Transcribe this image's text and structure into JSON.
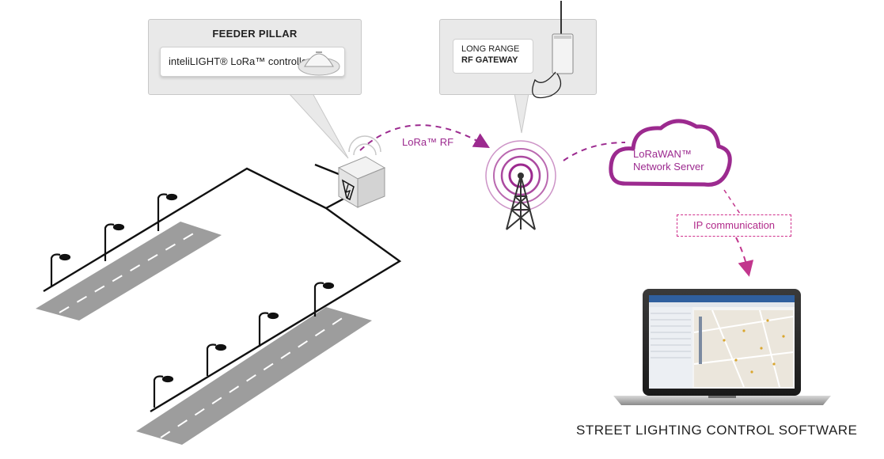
{
  "feeder_pillar": {
    "title": "FEEDER PILLAR",
    "controller_label": "inteliLIGHT® LoRa™ controller"
  },
  "gateway": {
    "line1": "LONG RANGE",
    "line2": "RF GATEWAY"
  },
  "lora_rf_label": "LoRa™ RF",
  "network_server": {
    "line1": "LoRaWAN™",
    "line2": "Network Server"
  },
  "ip_label": "IP communication",
  "software_label": "STREET LIGHTING CONTROL SOFTWARE",
  "colors": {
    "accent": "#9c2a8f",
    "magenta_dashed": "#d0308c",
    "road": "#9d9d9d",
    "callout_bg": "#e9e9e9"
  }
}
